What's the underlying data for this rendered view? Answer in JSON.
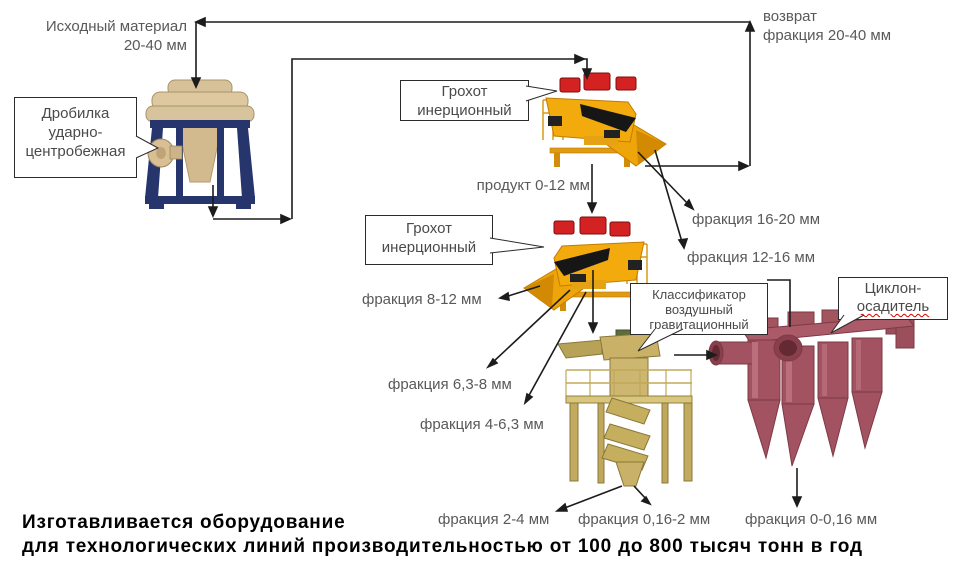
{
  "diagram": {
    "feed_label": {
      "line1": "Исходный материал",
      "line2": "20-40 мм"
    },
    "return_label": {
      "line1": "возврат",
      "line2": "фракция 20-40 мм"
    },
    "product_label": "продукт 0-12 мм",
    "fraction_labels": {
      "f16_20": "фракция 16-20 мм",
      "f12_16": "фракция 12-16 мм",
      "f8_12": "фракция 8-12 мм",
      "f6_3_8": "фракция 6,3-8 мм",
      "f4_6_3": "фракция 4-6,3 мм",
      "f2_4": "фракция 2-4 мм",
      "f0_16_2": "фракция 0,16-2 мм",
      "f0_0_16": "фракция 0-0,16 мм"
    },
    "callouts": {
      "crusher": {
        "line1": "Дробилка",
        "line2": "ударно-",
        "line3": "центробежная"
      },
      "screen1": {
        "line1": "Грохот",
        "line2": "инерционный"
      },
      "screen2": {
        "line1": "Грохот",
        "line2": "инерционный"
      },
      "classifier": {
        "line1": "Классификатор",
        "line2": "воздушный",
        "line3": "гравитационный"
      },
      "cyclone": {
        "line1": "Циклон-",
        "line2": "осадитель"
      }
    },
    "footer": {
      "line1": "Изготавливается оборудование",
      "line2": "для технологических линий производительностью от 100 до 800 тысяч тонн в год"
    },
    "colors": {
      "arrow": "#1c1c1c",
      "label_text": "#595959",
      "callout_border": "#2b2b2b",
      "footer_text": "#000000",
      "crusher_body": "#ddc8a0",
      "crusher_frame": "#27356d",
      "screen_body": "#f3aa0d",
      "screen_motor": "#d42222",
      "classifier_body": "#c9b267",
      "cyclone_body": "#a25260",
      "spellcheck_underline": "#d40000"
    }
  }
}
